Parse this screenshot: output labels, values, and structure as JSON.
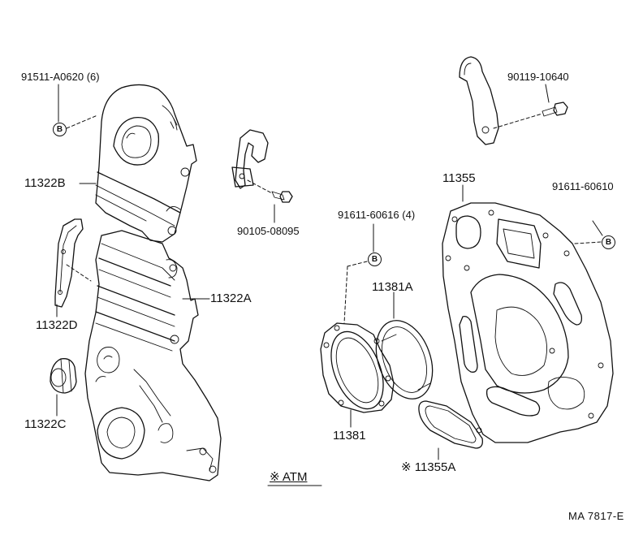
{
  "labels": {
    "p91511": "91511-A0620 (6)",
    "p11322b": "11322B",
    "p11322d": "11322D",
    "p11322c": "11322C",
    "p11322a": "11322A",
    "p90105": "90105-08095",
    "p90119": "90119-10640",
    "p11355": "11355",
    "p91611_60610": "91611-60610",
    "p91611_60616": "91611-60616 (4)",
    "p11381a": "11381A",
    "p11381": "11381",
    "p11355a": "※ 11355A",
    "atm": "※ ATM"
  },
  "badges": {
    "b": "B"
  },
  "footer": {
    "reference": "MA  7817-E"
  }
}
